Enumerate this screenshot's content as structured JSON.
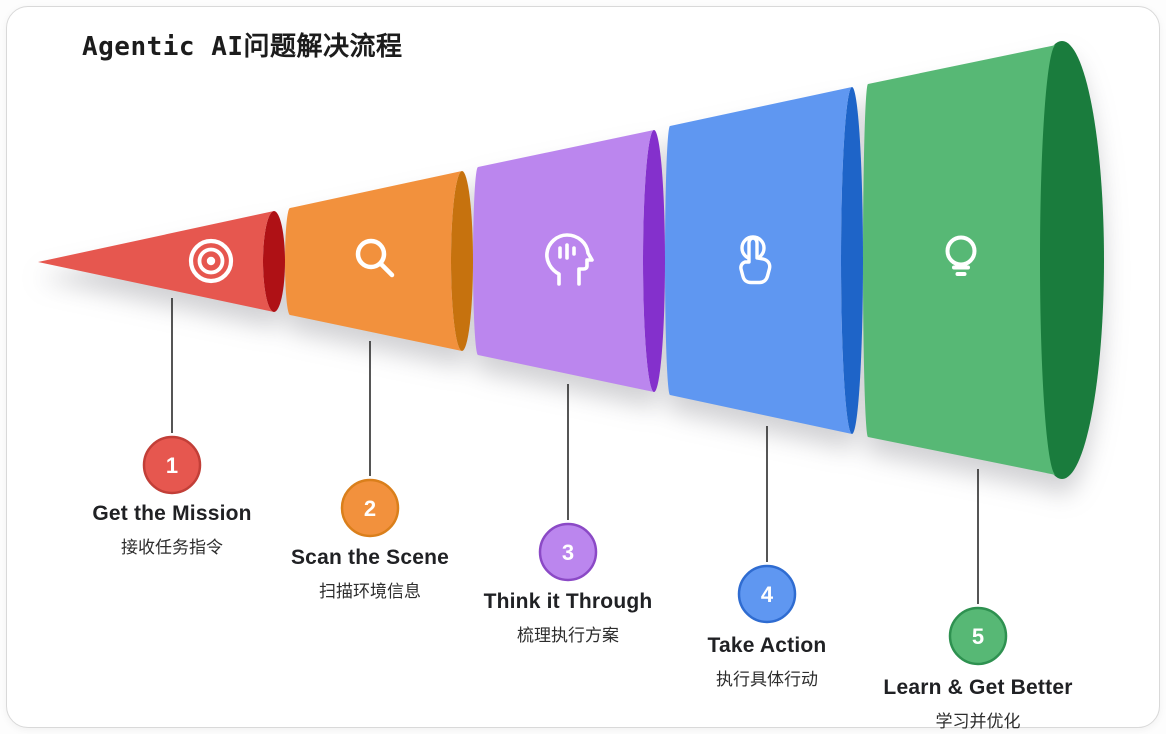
{
  "title": "Agentic AI问题解决流程",
  "stages": [
    {
      "num": "1",
      "label": "Get the Mission",
      "sublabel": "接收任务指令",
      "color": "#E6574F",
      "dark_color": "#AF1115",
      "badge_border": "#C23F38",
      "icon": "target-icon"
    },
    {
      "num": "2",
      "label": "Scan the Scene",
      "sublabel": "扫描环境信息",
      "color": "#F2913D",
      "dark_color": "#C6720E",
      "badge_border": "#DA7F1B",
      "icon": "search-icon"
    },
    {
      "num": "3",
      "label": "Think it Through",
      "sublabel": "梳理执行方案",
      "color": "#BB86EE",
      "dark_color": "#8430CC",
      "badge_border": "#8B49C6",
      "icon": "thinking-head-icon"
    },
    {
      "num": "4",
      "label": "Take Action",
      "sublabel": "执行具体行动",
      "color": "#5F97F1",
      "dark_color": "#1E64C8",
      "badge_border": "#2F6CD1",
      "icon": "tap-icon"
    },
    {
      "num": "5",
      "label": "Learn & Get Better",
      "sublabel": "学习并优化",
      "color": "#57B875",
      "dark_color": "#1A7C3D",
      "badge_border": "#2E9150",
      "icon": "lightbulb-icon"
    }
  ]
}
